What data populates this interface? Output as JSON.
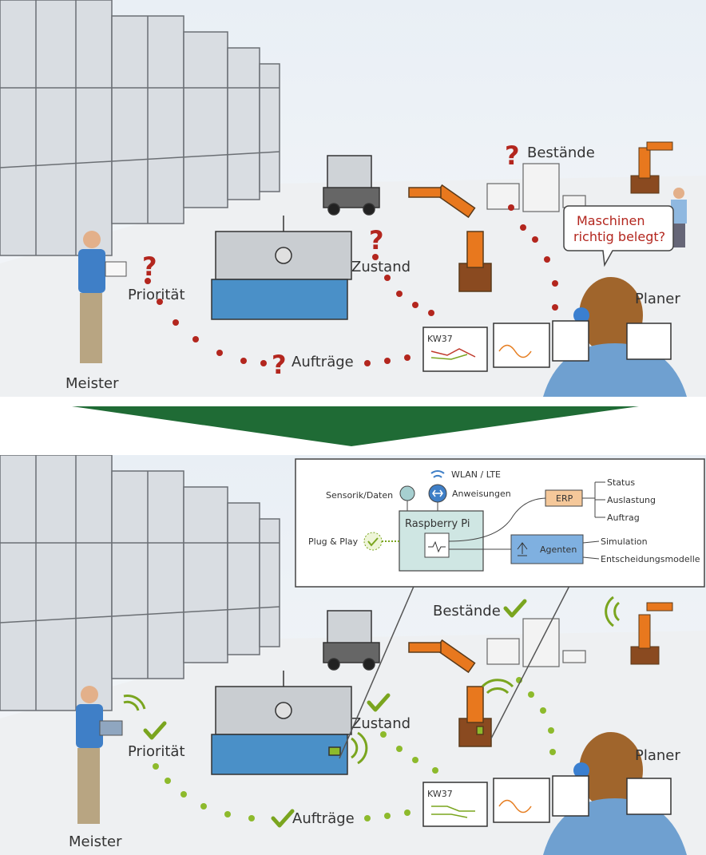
{
  "top": {
    "labels": {
      "prioritaet": "Priorität",
      "meister": "Meister",
      "auftraege": "Aufträge",
      "zustand": "Zustand",
      "bestaende": "Bestände",
      "planer": "Planer"
    },
    "speech_bubble": {
      "line1": "Maschinen",
      "line2": "richtig belegt?"
    },
    "monitor_label": "KW37"
  },
  "bottom": {
    "labels": {
      "prioritaet": "Priorität",
      "meister": "Meister",
      "auftraege": "Aufträge",
      "zustand": "Zustand",
      "bestaende": "Bestände",
      "planer": "Planer"
    },
    "diagram": {
      "wlan": "WLAN / LTE",
      "sensorik": "Sensorik/Daten",
      "anweisungen": "Anweisungen",
      "raspberry": "Raspberry Pi",
      "plug_play": "Plug & Play",
      "erp": "ERP",
      "status": "Status",
      "auslastung": "Auslastung",
      "auftrag": "Auftrag",
      "agenten": "Agenten",
      "simulation": "Simulation",
      "entscheidung": "Entscheidungsmodelle"
    },
    "monitor_label": "KW37"
  },
  "colors": {
    "question": "#b3261e",
    "check": "#7aa51f",
    "arrow": "#1f6b35",
    "dot_red": "#b3261e",
    "dot_green": "#8dba2c",
    "robot": "#e8781e",
    "machine_blue": "#4a90c8"
  }
}
